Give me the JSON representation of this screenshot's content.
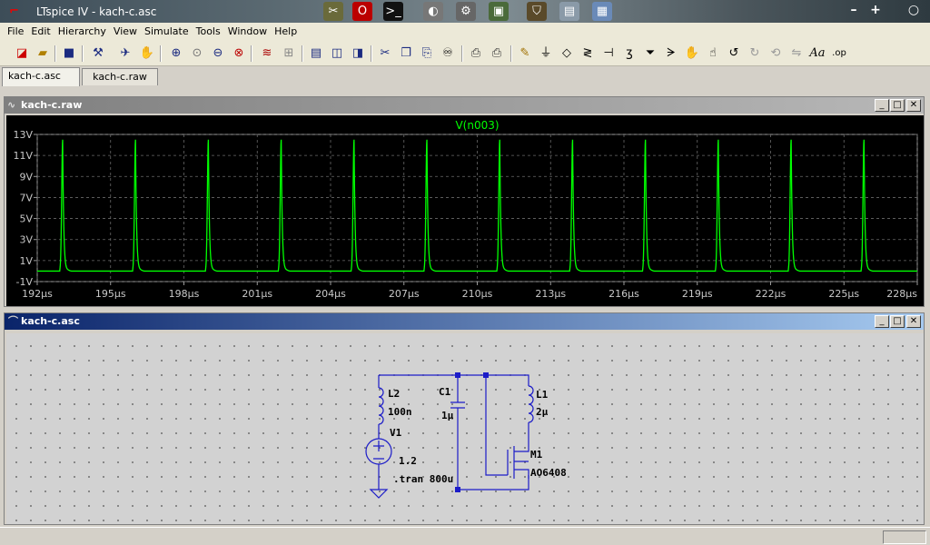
{
  "app": {
    "title": "LTspice IV - kach-c.asc",
    "window_controls": [
      "–",
      "+",
      "○"
    ]
  },
  "menu": [
    "File",
    "Edit",
    "Hierarchy",
    "View",
    "Simulate",
    "Tools",
    "Window",
    "Help"
  ],
  "tabs": [
    {
      "label": "kach-c.asc",
      "active": true
    },
    {
      "label": "kach-c.raw",
      "active": false
    }
  ],
  "plot_window": {
    "title": "kach-c.raw"
  },
  "schematic_window": {
    "title": "kach-c.asc"
  },
  "chart_data": {
    "type": "line",
    "title": "V(n003)",
    "xlabel": "",
    "ylabel": "",
    "xlim": [
      192,
      228
    ],
    "ylim": [
      -1,
      13
    ],
    "x_unit": "µs",
    "y_unit": "V",
    "xticks": [
      "192µs",
      "195µs",
      "198µs",
      "201µs",
      "204µs",
      "207µs",
      "210µs",
      "213µs",
      "216µs",
      "219µs",
      "222µs",
      "225µs",
      "228µs"
    ],
    "yticks": [
      "13V",
      "11V",
      "9V",
      "7V",
      "5V",
      "3V",
      "1V",
      "-1V"
    ],
    "grid": true,
    "series": [
      {
        "name": "V(n003)",
        "color": "#00ff00",
        "baseline": 0.0,
        "peak": 12.5,
        "period": 2.98,
        "peak_times": [
          193.04,
          196.02,
          199.0,
          201.98,
          204.96,
          207.94,
          210.92,
          213.9,
          216.88,
          219.86,
          222.84,
          225.82
        ]
      }
    ]
  },
  "schematic": {
    "wire_color": "#1c1cc8",
    "components": [
      {
        "ref": "L2",
        "value": "100n"
      },
      {
        "ref": "V1",
        "value": "1.2"
      },
      {
        "ref": "C1",
        "value": "1µ"
      },
      {
        "ref": "L1",
        "value": "2µ"
      },
      {
        "ref": "M1",
        "value": "AO6408"
      }
    ],
    "directive": ".tran 800u"
  }
}
